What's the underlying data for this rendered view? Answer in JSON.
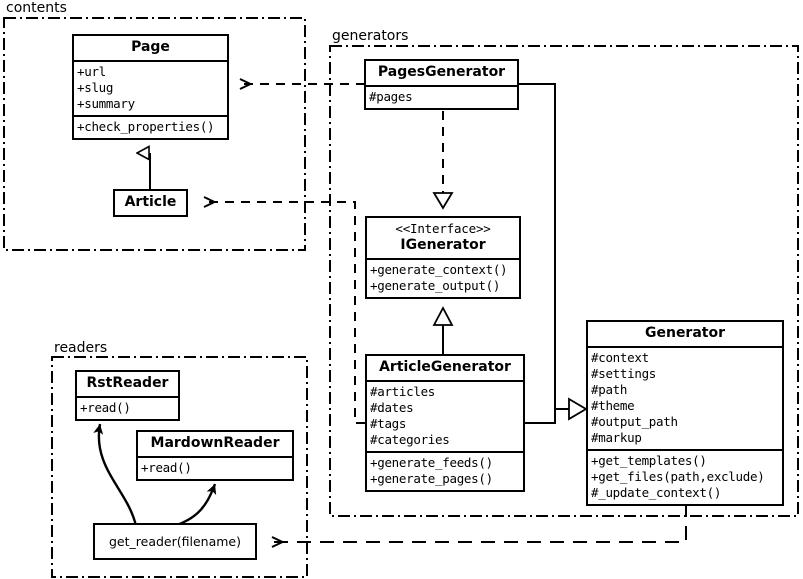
{
  "diagram": {
    "title": "Pelican architecture UML class diagram",
    "stroke_color": "#000000",
    "background_color": "#ffffff"
  },
  "packages": [
    {
      "id": "contents",
      "label": "contents"
    },
    {
      "id": "generators",
      "label": "generators"
    },
    {
      "id": "readers",
      "label": "readers"
    }
  ],
  "classes": {
    "page": {
      "name": "Page",
      "attributes": [
        "+url",
        "+slug",
        "+summary"
      ],
      "methods": [
        "+check_properties()"
      ]
    },
    "article": {
      "name": "Article",
      "attributes": [],
      "methods": []
    },
    "pages_generator": {
      "name": "PagesGenerator",
      "attributes": [
        "#pages"
      ],
      "methods": []
    },
    "igenerator": {
      "stereotype": "<<Interface>>",
      "name": "IGenerator",
      "attributes": [],
      "methods": [
        "+generate_context()",
        "+generate_output()"
      ]
    },
    "article_generator": {
      "name": "ArticleGenerator",
      "attributes": [
        "#articles",
        "#dates",
        "#tags",
        "#categories"
      ],
      "methods": [
        "+generate_feeds()",
        "+generate_pages()"
      ]
    },
    "generator": {
      "name": "Generator",
      "attributes": [
        "#context",
        "#settings",
        "#path",
        "#theme",
        "#output_path",
        "#markup"
      ],
      "methods": [
        "+get_templates()",
        "+get_files(path,exclude)",
        "#_update_context()"
      ]
    },
    "rst_reader": {
      "name": "RstReader",
      "attributes": [],
      "methods": [
        "+read()"
      ]
    },
    "mardown_reader": {
      "name": "MardownReader",
      "attributes": [],
      "methods": [
        "+read()"
      ]
    }
  },
  "functions": {
    "get_reader": {
      "label": "get_reader(filename)"
    }
  },
  "relationships": [
    {
      "id": "article-inherits-page",
      "type": "generalization",
      "from": "Article",
      "to": "Page"
    },
    {
      "id": "pagesgen-realizes-igenerator",
      "type": "realization",
      "from": "PagesGenerator",
      "to": "IGenerator"
    },
    {
      "id": "articlegen-realizes-igen",
      "type": "realization",
      "from": "ArticleGenerator",
      "to": "IGenerator"
    },
    {
      "id": "pagesgen-inherits-generator",
      "type": "generalization",
      "from": "PagesGenerator",
      "to": "Generator"
    },
    {
      "id": "articlegen-inherits-generator",
      "type": "generalization",
      "from": "ArticleGenerator",
      "to": "Generator"
    },
    {
      "id": "pagesgen-uses-page",
      "type": "dependency",
      "from": "PagesGenerator",
      "to": "Page"
    },
    {
      "id": "articlegen-uses-article",
      "type": "dependency",
      "from": "ArticleGenerator",
      "to": "Article"
    },
    {
      "id": "generator-uses-get-reader",
      "type": "dependency",
      "from": "Generator",
      "to": "get_reader(filename)"
    },
    {
      "id": "get-reader-returns-rst",
      "type": "association",
      "from": "get_reader(filename)",
      "to": "RstReader"
    },
    {
      "id": "get-reader-returns-markdown",
      "type": "association",
      "from": "get_reader(filename)",
      "to": "MardownReader"
    }
  ]
}
